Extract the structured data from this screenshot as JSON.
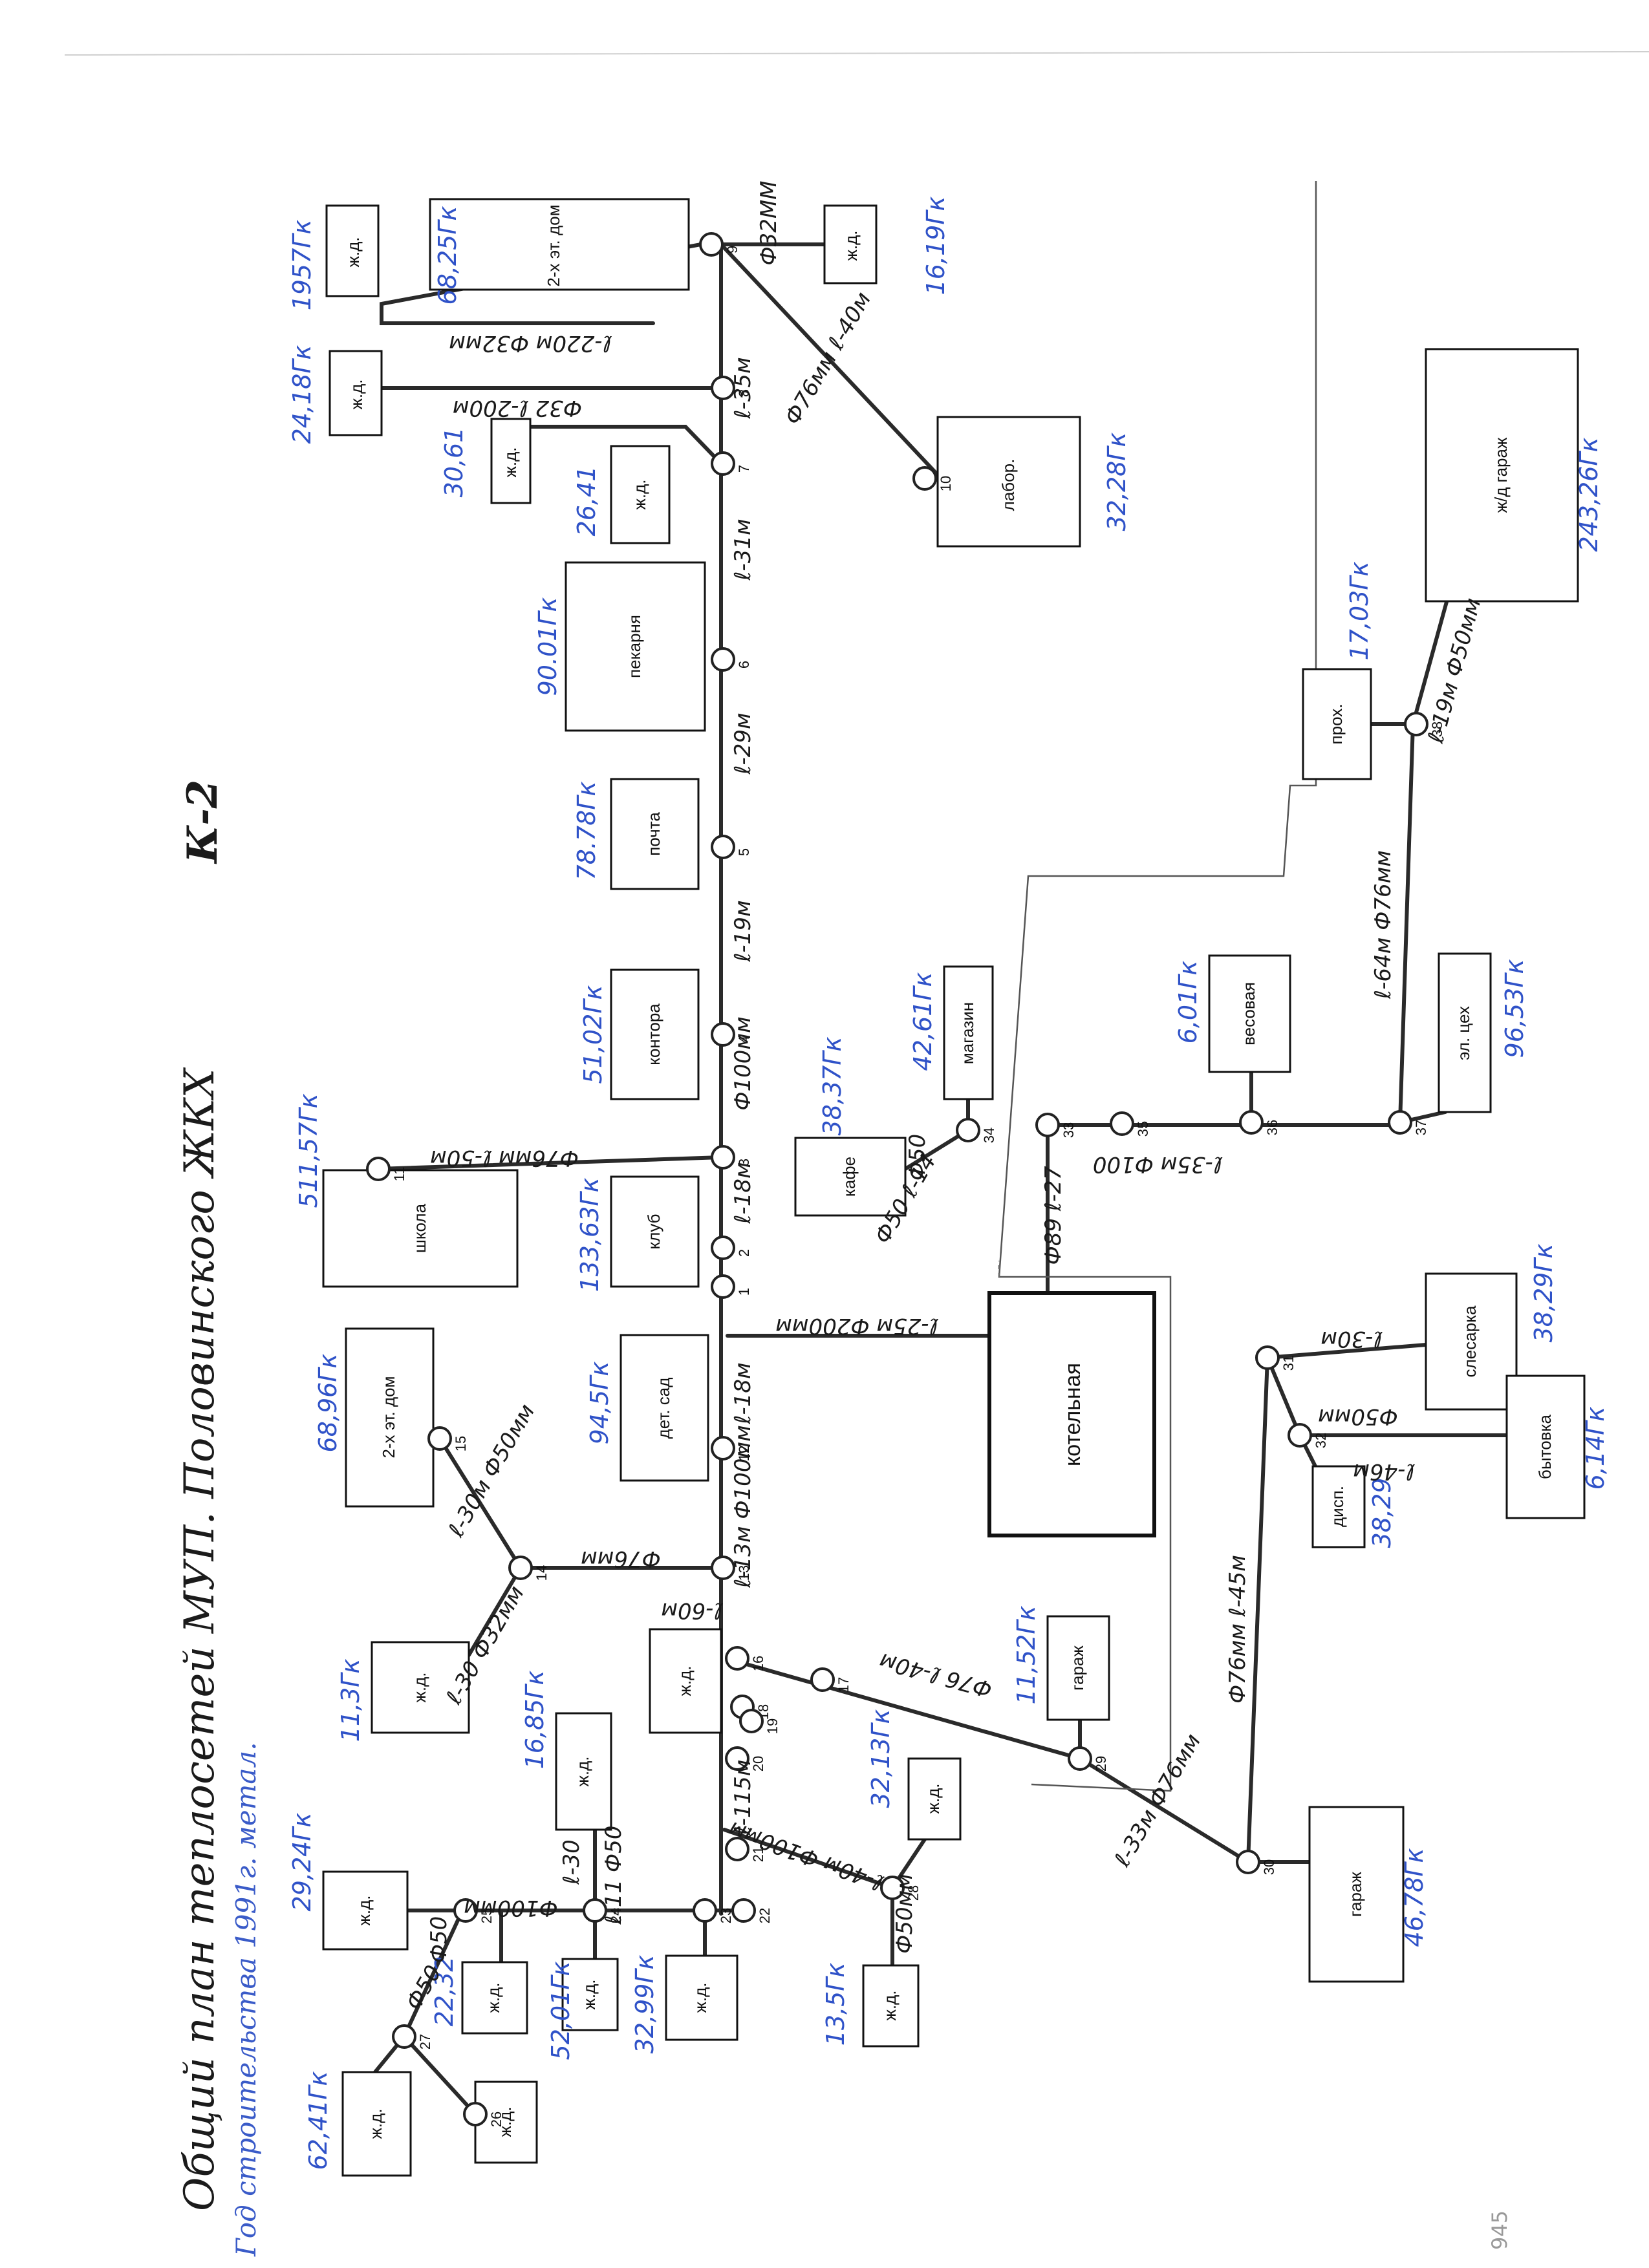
{
  "title": "Общий план теплосетей МУП. Половинского ЖКХ",
  "code": "К-2",
  "subtitle": "Год строительства 1991г. метал.",
  "corner_mark": "945",
  "buildings": {
    "zhd_1957": "ж.д.",
    "dom2_top": "2-х эт. дом",
    "zhd_1619": "ж.д.",
    "zhd_2418": "ж.д.",
    "zhd_3061": "ж.д.",
    "zhd_2641": "ж.д.",
    "labor": "лабор.",
    "garazh_zd": "ж/д гараж",
    "pekarnya": "пекарня",
    "prokh": "прох.",
    "pochta": "почта",
    "kontora": "контора",
    "magazin": "магазин",
    "vesovaya": "весовая",
    "el_tseh": "эл. цех",
    "kafe": "кафе",
    "shkola": "школа",
    "klub": "клуб",
    "det_sad": "дет. сад",
    "kotelnaya": "котельная",
    "slesarka": "слесарка",
    "bytovka": "бытовка",
    "disp": "дисп.",
    "dom2_left": "2-х эт. дом",
    "zhd_113": "ж.д.",
    "zhd_16": "ж.д.",
    "garazh_mid": "гараж",
    "garazh_bot": "гараж",
    "zhd_1685": "ж.д.",
    "zhd_3213": "ж.д.",
    "zhd_2924": "ж.д.",
    "zhd_2232": "ж.д.",
    "zhd_5201": "ж.д.",
    "zhd_3299": "ж.д.",
    "zhd_135": "ж.д.",
    "zhd_6241": "ж.д.",
    "zhd_26": "ж.д."
  },
  "loads": {
    "l1957": "1957Гк",
    "l6825": "68,25Гк",
    "l1619": "16,19Гк",
    "l2418": "24,18Гк",
    "l3061": "30,61",
    "l2641": "26,41",
    "l3228": "32,28Гк",
    "l24326": "243,26Гк",
    "l9001": "90.01Гк",
    "l1703": "17,03Гк",
    "l7878": "78.78Гк",
    "l5102": "51,02Гк",
    "l4261": "42,61Гк",
    "l601": "6,01Гк",
    "l9653": "96,53Гк",
    "l3837": "38,37Гк",
    "l51157": "511,57Гк",
    "l13363": "133,63Гк",
    "l945": "94,5Гк",
    "l3829a": "38,29Гк",
    "l614": "6,14Гк",
    "l3829b": "38,29",
    "l6896": "68,96Гк",
    "l113": "11,3Гк",
    "l1152": "11,52Гк",
    "l4678": "46,78Гк",
    "l1685": "16,85Гк",
    "l3213": "32,13Гк",
    "l2924": "29,24Гк",
    "l2232": "22,32",
    "l5201": "52,01Гк",
    "l3299": "32,99Гк",
    "l135": "13,5Гк",
    "l6241": "62,41Гк"
  },
  "specs": {
    "s1": "Ф32ММ",
    "s2": "ℓ-220м Ф32мм",
    "s3": "Ф32 ℓ-200м",
    "s4": "ℓ-35м",
    "s5": "Ф76мм ℓ-40м",
    "s6": "ℓ-31м",
    "s7": "ℓ-29м",
    "s8": "ℓ-19м",
    "s9": "Ф100мм",
    "s10": "ℓ-18м",
    "s11": "Ф76мм ℓ-50м",
    "s12": "ℓ-25м Ф200мм",
    "s13": "Ф89 ℓ-27",
    "s14": "Ф50 ℓ-14",
    "s15": "ℓ-35м Ф100",
    "s16": "ℓ-64м Ф76мм",
    "s17": "ℓ-19м Ф50мм",
    "s18": "ℓ-18м",
    "s19": "ℓ-13м Ф100мм",
    "s20": "Ф76мм",
    "s21": "ℓ-30м Ф50мм",
    "s22": "ℓ-30 Ф32мм",
    "s23": "ℓ-60м",
    "s24": "Ф76 ℓ-40м",
    "s25": "ℓ-115м",
    "s26": "ℓ-40м Ф100мм",
    "s27": "Ф50мм",
    "s28": "Ф100мм",
    "s29": "ℓ-11 Ф50",
    "s30": "ℓ-30",
    "s31": "Ф50",
    "s32": "Ф50",
    "s33": "ℓ-33м Ф76мм",
    "s34": "Ф76мм ℓ-45м",
    "s35": "ℓ-30м",
    "s36": "Ф50мм",
    "s37": "ℓ-46м",
    "s38": "Ф50"
  },
  "nodes": [
    "1",
    "2",
    "3",
    "4",
    "5",
    "6",
    "7",
    "8",
    "9",
    "10",
    "11",
    "12",
    "13",
    "14",
    "15",
    "16",
    "17",
    "18",
    "19",
    "20",
    "21",
    "22",
    "23",
    "24",
    "25",
    "26",
    "27",
    "28",
    "29",
    "30",
    "31",
    "32",
    "33",
    "34",
    "35",
    "36",
    "37",
    "38"
  ]
}
